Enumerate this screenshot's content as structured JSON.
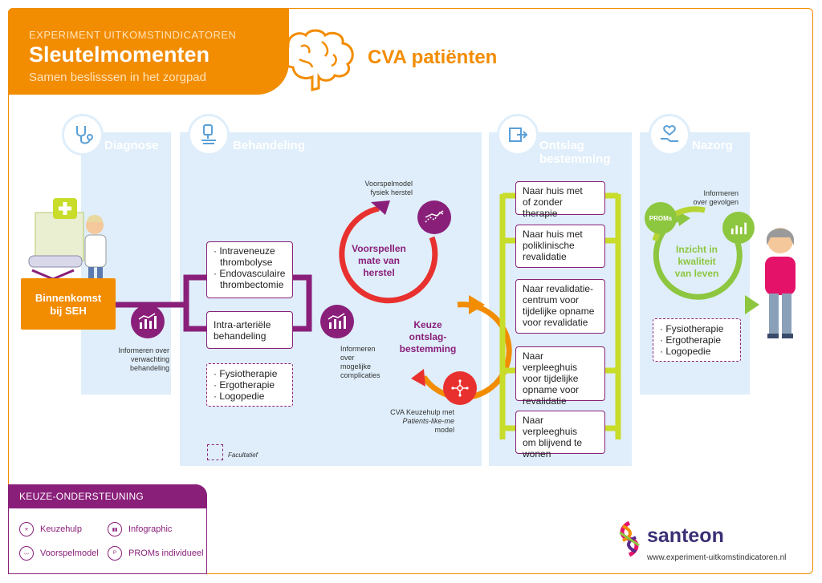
{
  "header": {
    "subtitle": "EXPERIMENT UITKOMSTINDICATOREN",
    "title": "Sleutelmomenten",
    "tagline": "Samen beslisssen in het zorgpad",
    "topic": "CVA patiënten"
  },
  "phases": {
    "diagnose": "Diagnose",
    "behandeling": "Behandeling",
    "ontslag": "Ontslag",
    "ontslag2": "bestemming",
    "nazorg": "Nazorg"
  },
  "start": {
    "line1": "Binnenkomst",
    "line2": "bij SEH"
  },
  "notes": {
    "verwachting": [
      "Informeren over",
      "verwachting",
      "behandeling"
    ],
    "complicaties": [
      "Informeren",
      "over",
      "mogelijke",
      "complicaties"
    ],
    "voorspelmodel": [
      "Voorspelmodel",
      "fysiek herstel"
    ],
    "keuzehulp": [
      "CVA Keuzehulp met",
      "Patients-like-me",
      "model"
    ],
    "gevolgen": [
      "Informeren",
      "over gevolgen"
    ],
    "facultatief": "Facultatief"
  },
  "treatments": {
    "box1": [
      "· Intraveneuze",
      "thrombolyse",
      "· Endovasculaire",
      "thrombectomie"
    ],
    "box2": [
      "Intra-arteriële",
      "behandeling"
    ],
    "therapies": [
      "· Fysiotherapie",
      "· Ergotherapie",
      "· Logopedie"
    ]
  },
  "cycles": {
    "voorspellen": [
      "Voorspellen",
      "mate van",
      "herstel"
    ],
    "keuze": [
      "Keuze",
      "ontslag-",
      "bestemming"
    ],
    "inzicht": [
      "Inzicht in",
      "kwaliteit",
      "van leven"
    ],
    "proms": "PROMs"
  },
  "destinations": [
    [
      "Naar huis met",
      "of zonder therapie"
    ],
    [
      "Naar huis met",
      "poliklinische",
      "revalidatie"
    ],
    [
      "Naar revalidatie-",
      "centrum voor",
      "tijdelijke opname",
      "voor revalidatie"
    ],
    [
      "Naar verpleeghuis",
      "voor tijdelijke",
      "opname voor",
      "revalidatie"
    ],
    [
      "Naar verpleeghuis",
      "om blijvend te",
      "wonen"
    ]
  ],
  "nazorg_therapies": [
    "· Fysiotherapie",
    "· Ergotherapie",
    "· Logopedie"
  ],
  "legend": {
    "title": "KEUZE-ONDERSTEUNING",
    "items": [
      "Keuzehulp",
      "Infographic",
      "Voorspelmodel",
      "PROMs individueel"
    ]
  },
  "footer": {
    "brand": "santeon",
    "url": "www.experiment-uitkomstindicatoren.nl"
  },
  "colors": {
    "orange": "#f28c00",
    "purple": "#8a1f7a",
    "red": "#e8312f",
    "green": "#8dc63f",
    "panel": "#dfeefa"
  }
}
